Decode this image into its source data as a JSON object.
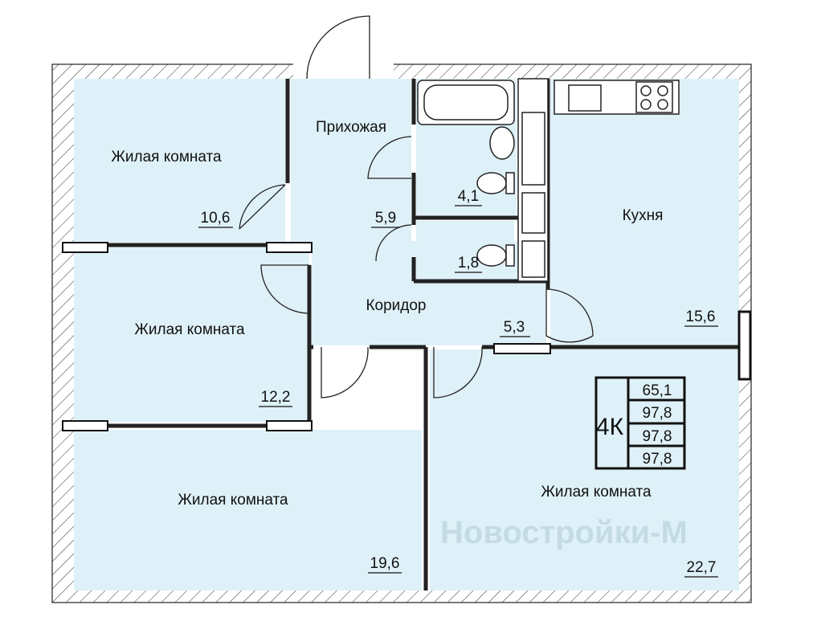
{
  "plan": {
    "rooms": [
      {
        "name": "Жилая комната",
        "area": "10,6"
      },
      {
        "name": "Прихожая",
        "area": "5,9"
      },
      {
        "name": "",
        "area": "4,1"
      },
      {
        "name": "",
        "area": "1,8"
      },
      {
        "name": "Кухня",
        "area": "15,6"
      },
      {
        "name": "Коридор",
        "area": "5,3"
      },
      {
        "name": "Жилая комната",
        "area": "12,2"
      },
      {
        "name": "Жилая комната",
        "area": "19,6"
      },
      {
        "name": "Жилая комната",
        "area": "22,7"
      }
    ],
    "summary": {
      "type": "4К",
      "values": [
        "65,1",
        "97,8",
        "97,8",
        "97,8"
      ]
    },
    "watermark": "Новостройки-М",
    "colors": {
      "room": "#dff1f8",
      "wall": "#222222"
    }
  }
}
